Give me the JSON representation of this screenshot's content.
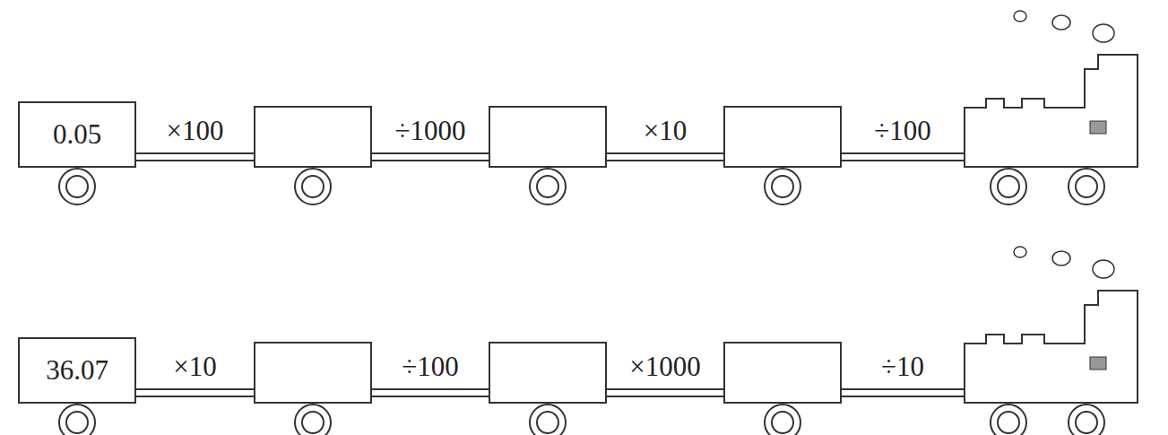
{
  "diagram": {
    "nodes": [
      {
        "text": [
          "0.05"
        ]
      },
      {
        "text": []
      },
      {
        "text": []
      },
      {
        "text": []
      },
      {
        "text": []
      },
      {
        "text": [
          "36.07"
        ]
      },
      {
        "text": []
      },
      {
        "text": []
      },
      {
        "text": []
      },
      {
        "text": []
      }
    ],
    "edges": [
      {
        "from": 0,
        "to": 1,
        "label": "×100",
        "arrow": "none"
      },
      {
        "from": 1,
        "to": 2,
        "label": "÷1000",
        "arrow": "none"
      },
      {
        "from": 2,
        "to": 3,
        "label": "×10",
        "arrow": "none"
      },
      {
        "from": 3,
        "to": 4,
        "label": "÷100",
        "arrow": "none"
      },
      {
        "from": 5,
        "to": 6,
        "label": "×10",
        "arrow": "none"
      },
      {
        "from": 6,
        "to": 7,
        "label": "÷100",
        "arrow": "none"
      },
      {
        "from": 7,
        "to": 8,
        "label": "×1000",
        "arrow": "none"
      },
      {
        "from": 8,
        "to": 9,
        "label": "÷10",
        "arrow": "none"
      }
    ]
  }
}
